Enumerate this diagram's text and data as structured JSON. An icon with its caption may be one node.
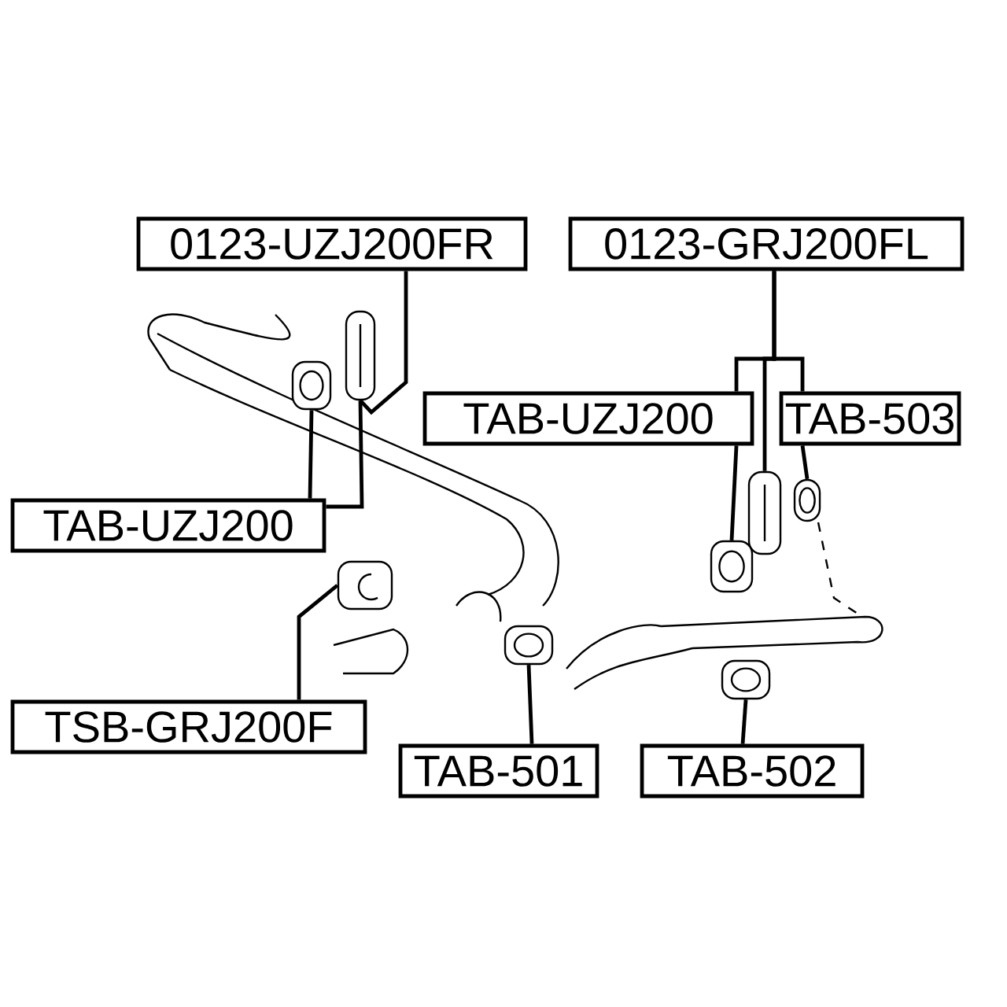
{
  "diagram": {
    "nodes": [
      {
        "text": [
          "0123-UZJ200FR"
        ]
      },
      {
        "text": [
          "0123-GRJ200FL"
        ]
      },
      {
        "text": [
          "TAB-UZJ200"
        ]
      },
      {
        "text": [
          "TAB-503"
        ]
      },
      {
        "text": [
          "TAB-UZJ200"
        ]
      },
      {
        "text": [
          "TSB-GRJ200F"
        ]
      },
      {
        "text": [
          "TAB-501"
        ]
      },
      {
        "text": [
          "TAB-502"
        ]
      },
      {
        "text": [],
        "shape": "picture"
      },
      {
        "text": [],
        "shape": "picture"
      },
      {
        "text": [],
        "shape": "picture"
      },
      {
        "text": [],
        "shape": "picture"
      },
      {
        "text": [],
        "shape": "picture"
      },
      {
        "text": [],
        "shape": "picture"
      },
      {
        "text": [],
        "shape": "picture"
      },
      {
        "text": [],
        "shape": "picture"
      }
    ],
    "edges": [
      {
        "from": 0,
        "to": 8,
        "arrow": "none"
      },
      {
        "from": 1,
        "to": 2,
        "arrow": "none"
      },
      {
        "from": 1,
        "to": 10,
        "arrow": "none"
      },
      {
        "from": 1,
        "to": 3,
        "arrow": "none"
      },
      {
        "from": 2,
        "to": 12,
        "arrow": "none"
      },
      {
        "from": 3,
        "to": 11,
        "arrow": "none"
      },
      {
        "from": 4,
        "to": 9,
        "arrow": "none"
      },
      {
        "from": 4,
        "to": 8,
        "arrow": "none"
      },
      {
        "from": 5,
        "to": 13,
        "arrow": "none"
      },
      {
        "from": 6,
        "to": 14,
        "arrow": "none"
      },
      {
        "from": 7,
        "to": 15,
        "arrow": "none"
      }
    ]
  }
}
